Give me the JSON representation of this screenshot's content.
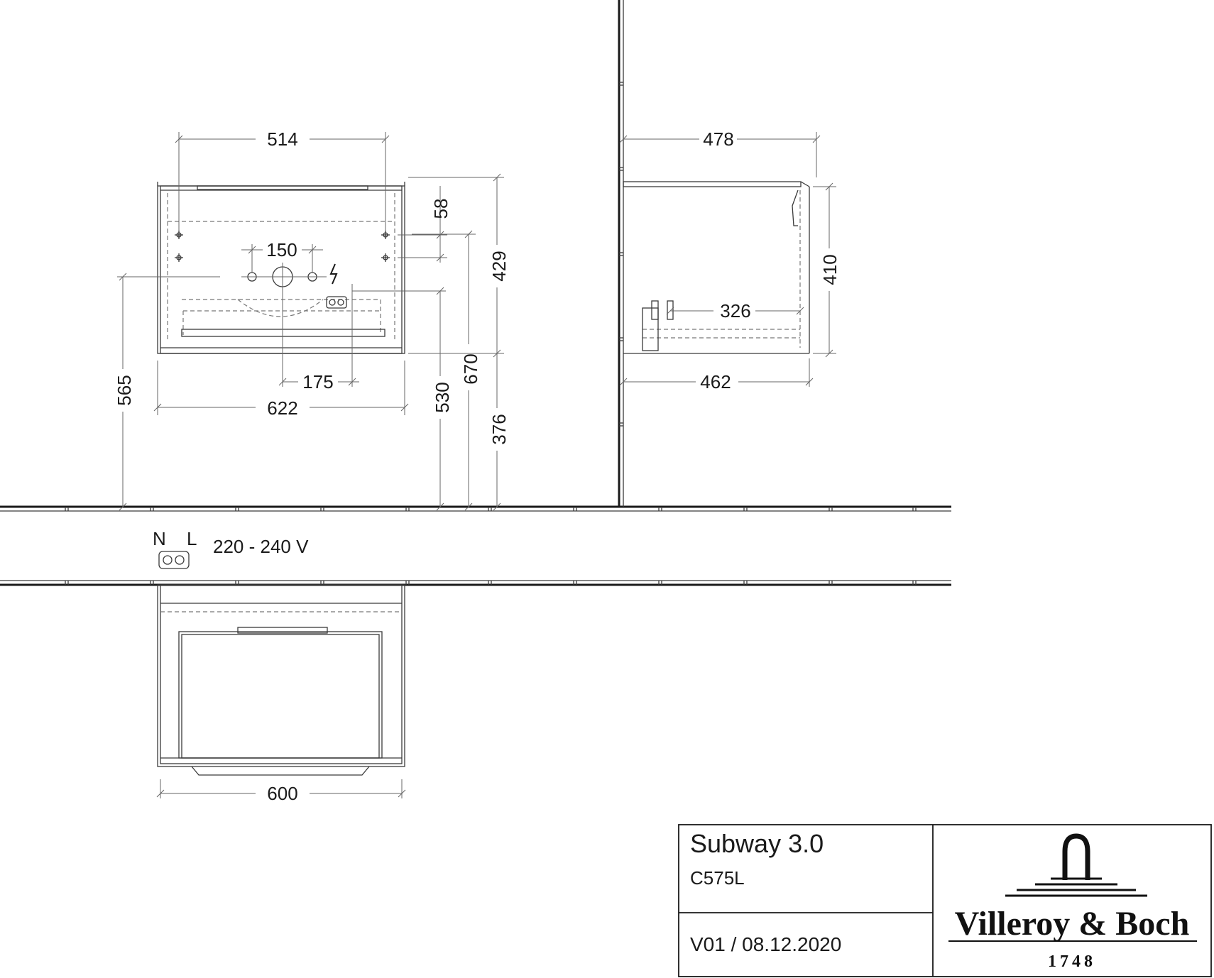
{
  "dimensions": {
    "front_width_top": "514",
    "front_dist_58": "58",
    "front_dist_150": "150",
    "front_height_429": "429",
    "front_dist_175": "175",
    "front_width_622": "622",
    "front_height_565": "565",
    "front_height_530": "530",
    "front_height_670": "670",
    "front_height_376": "376",
    "side_depth_478": "478",
    "side_height_410": "410",
    "side_depth_326": "326",
    "side_depth_462": "462",
    "top_width_600": "600"
  },
  "electrical": {
    "n_label": "N",
    "l_label": "L",
    "voltage": "220 - 240 V"
  },
  "title_block": {
    "product_name": "Subway 3.0",
    "product_code": "C575L",
    "version": "V01 / 08.12.2020",
    "brand_name": "Villeroy & Boch",
    "brand_year": "1748"
  }
}
